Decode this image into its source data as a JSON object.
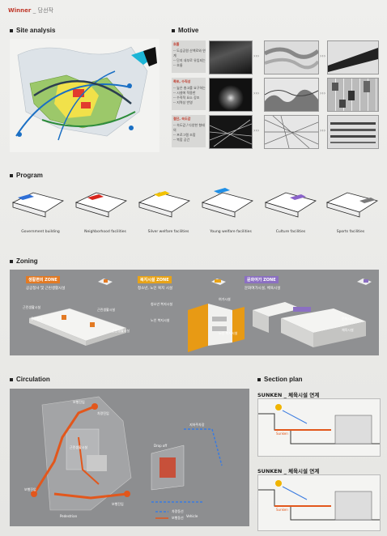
{
  "header": {
    "winner": "Winner",
    "sep": "_",
    "rest": "당선작"
  },
  "sections": {
    "site": "Site analysis",
    "motive": "Motive",
    "program": "Program",
    "zoning": "Zoning",
    "circulation": "Circulation",
    "section_plan": "Section plan"
  },
  "motive": {
    "rows": [
      {
        "tag": "흐름",
        "lines": [
          "-- 도심공원 산책로와 연계",
          "-- 단지 내부로 유입되는",
          "-- 흐름"
        ]
      },
      {
        "tag": "폭포, 수직성",
        "lines": [
          "-- 높은 층고를 요구하는",
          "-- 시설에 적용한",
          "-- 수직적 요소 강조",
          "-- 지역성 반영"
        ]
      },
      {
        "tag": "절단, 속도감",
        "lines": [
          "-- 속도감 / 다양한 형태의",
          "-- 프로그램 조합",
          "-- 복합 공간"
        ]
      }
    ]
  },
  "program": {
    "items": [
      {
        "label": "Government building",
        "color": "#2f6fd6"
      },
      {
        "label": "Neighborhood facilities",
        "color": "#d9251c"
      },
      {
        "label": "Silver welfare facilities",
        "color": "#f2c200"
      },
      {
        "label": "Young welfare facilities",
        "color": "#1f8fe6"
      },
      {
        "label": "Culture facilities",
        "color": "#8a63c9"
      },
      {
        "label": "Sports facilities",
        "color": "#7a7a7a"
      }
    ]
  },
  "zoning": {
    "zones": [
      {
        "name": "생활편의 ZONE",
        "desc": "공공청사 및 근린생활시설",
        "color": "#e37a23"
      },
      {
        "name": "복지시설 ZONE",
        "desc": "청소년, 노인 복지 시설",
        "color": "#e8a317"
      },
      {
        "name": "문화여가 ZONE",
        "desc": "문화여가시설, 체육시설",
        "color": "#8b6fc2"
      }
    ],
    "labels1": [
      "근린생활시설",
      "공공청사",
      "근린생활시설",
      "근린생활시설"
    ],
    "labels2": [
      "청소년 복지시설",
      "노인 복지시설",
      "여가시설",
      "노인 복지시설"
    ],
    "labels3": [
      "문화시설",
      "체육시설"
    ]
  },
  "circulation": {
    "labels": [
      "보행진입",
      "차량진입",
      "보행진입",
      "보행진입",
      "Pedestrian",
      "Vehicle",
      "Drop off",
      "지하주차장",
      "근린생활시설"
    ],
    "legend": [
      "차량동선",
      "보행동선"
    ]
  },
  "section_plan": {
    "titles": [
      "SUNKEN _ 체육시설 연계",
      "SUNKEN _ 체육시설 연계"
    ],
    "tags": [
      "Sunken",
      "Sunken"
    ]
  }
}
